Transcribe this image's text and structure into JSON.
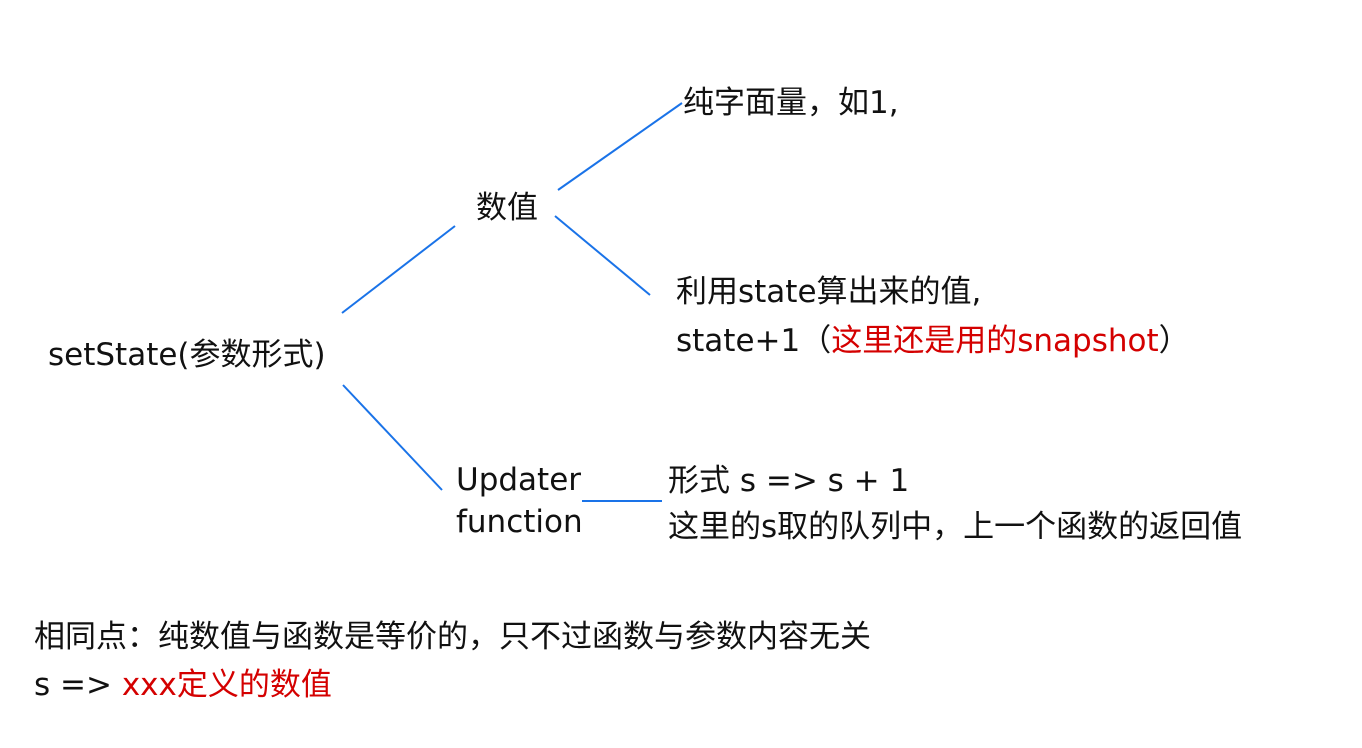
{
  "diagram": {
    "root": "setState(参数形式)",
    "branch_value": "数值",
    "leaf_literal": "纯字面量，如1,",
    "leaf_computed": {
      "line1": "利用state算出来的值,",
      "line2_prefix": "state+1（",
      "line2_highlight": "这里还是用的snapshot",
      "line2_suffix": "）"
    },
    "branch_updater": {
      "line1": "Updater",
      "line2": "function"
    },
    "leaf_updater": {
      "line1": "形式 s => s + 1",
      "line2": "这里的s取的队列中，上一个函数的返回值"
    }
  },
  "notes": {
    "line1": "相同点：纯数值与函数是等价的，只不过函数与参数内容无关",
    "line2_prefix": "s => ",
    "line2_highlight": "xxx定义的数值"
  },
  "colors": {
    "connector": "#1a73e8",
    "highlight": "#d40000",
    "text": "#111111"
  }
}
